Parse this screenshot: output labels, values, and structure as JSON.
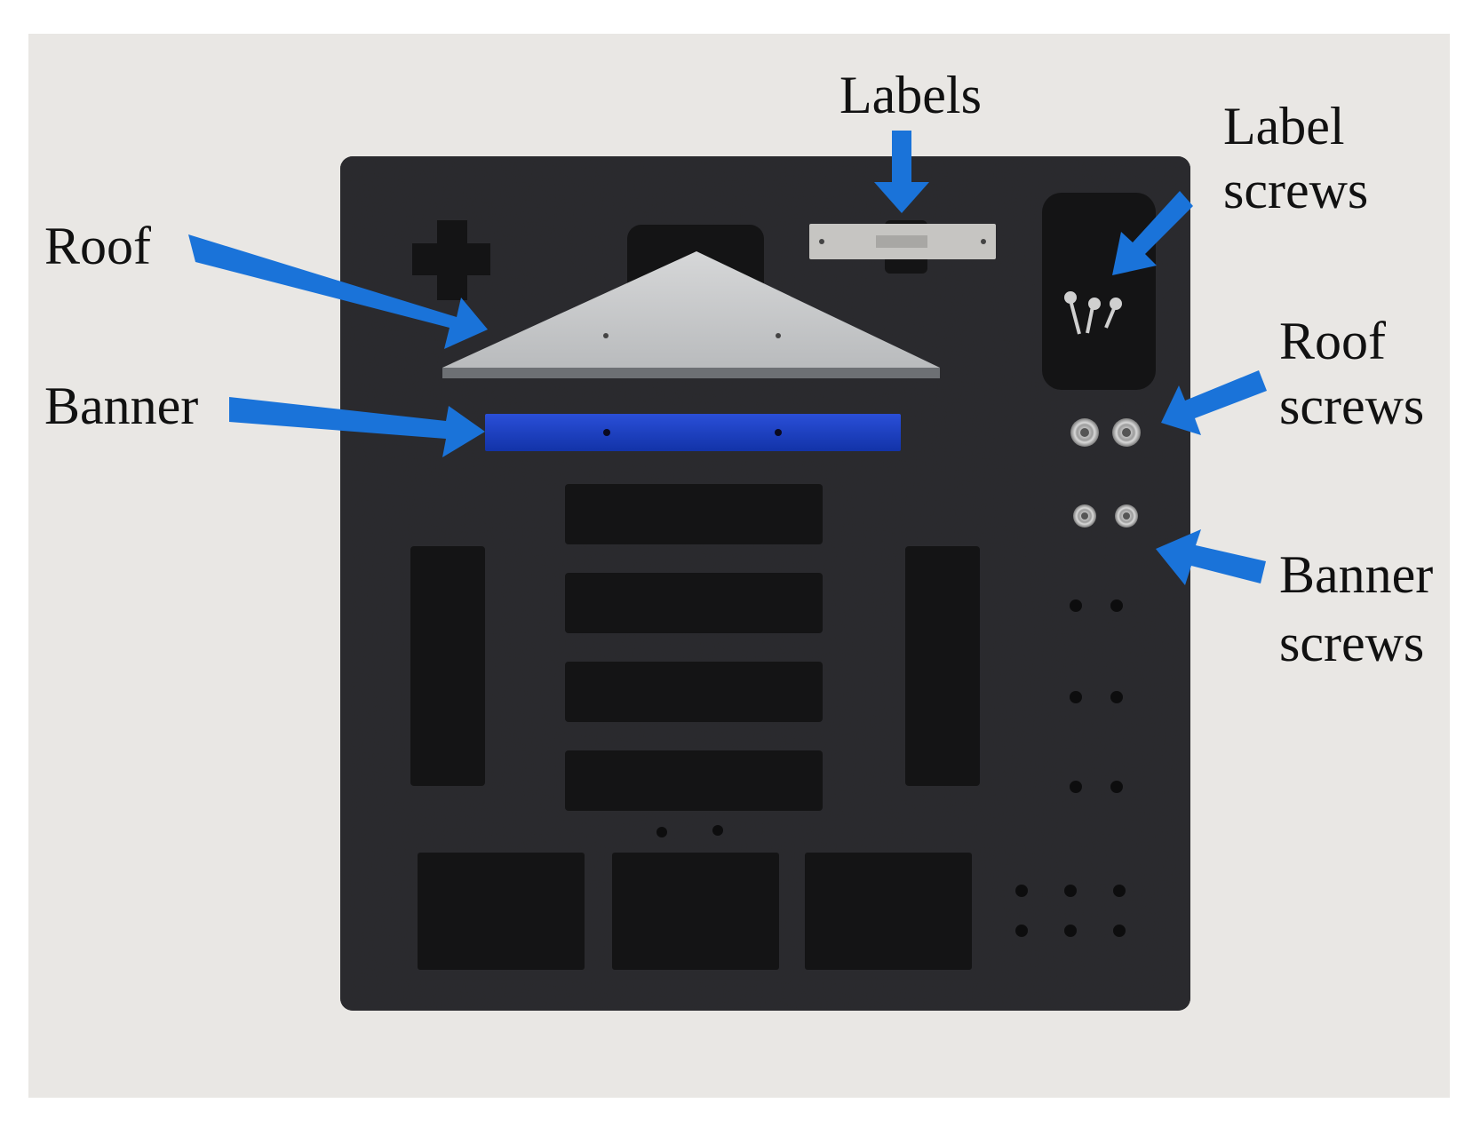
{
  "figure": {
    "accent_arrow_color": "#1a73d9",
    "foam_color": "#2a2a2c",
    "labels": {
      "labels": "Labels",
      "label_screws_1": "Label",
      "label_screws_2": "screws",
      "roof": "Roof",
      "roof_screws_1": "Roof",
      "roof_screws_2": "screws",
      "banner": "Banner",
      "banner_screws_1": "Banner",
      "banner_screws_2": "screws"
    }
  }
}
